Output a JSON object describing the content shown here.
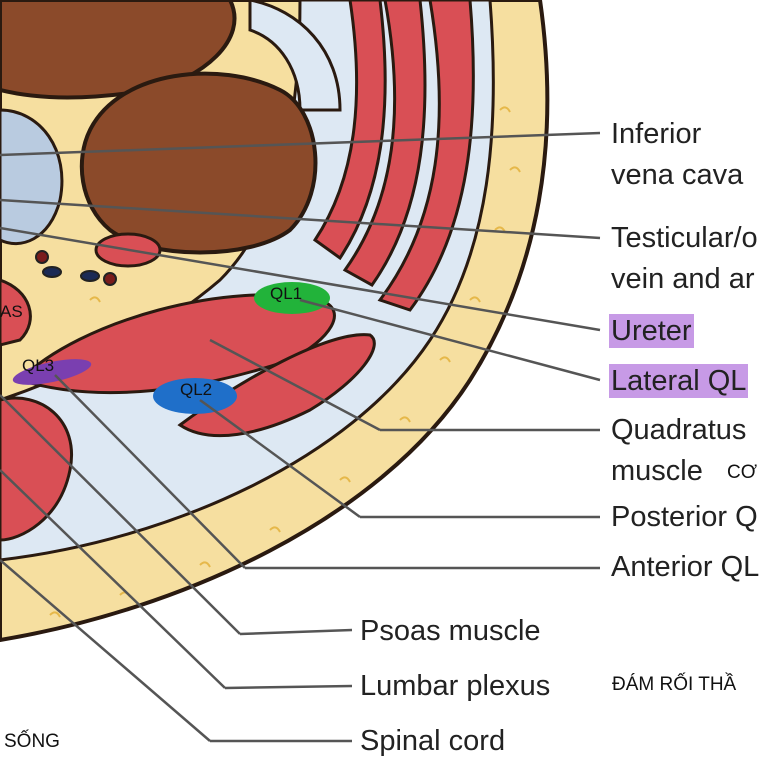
{
  "labels": {
    "ivc_line1": "Inferior",
    "ivc_line2": "vena cava",
    "testicular_line1": "Testicular/o",
    "testicular_line2": "vein and ar",
    "ureter": "Ureter",
    "lateral_ql": "Lateral QL",
    "quadratus_line1": "Quadratus",
    "quadratus_line2": "muscle",
    "posterior_ql": "Posterior Q",
    "anterior_ql": "Anterior QL",
    "psoas": "Psoas muscle",
    "lumbar_plexus": "Lumbar plexus",
    "spinal_cord": "Spinal cord"
  },
  "annotations": {
    "co": "CƠ",
    "dam_roi": "ĐÁM RỐI  THẦ",
    "song": "SỐNG",
    "as": "AS"
  },
  "regions": {
    "ql1": "QL1",
    "ql2": "QL2",
    "ql3": "QL3"
  },
  "colors": {
    "muscle": "#d94f55",
    "fat": "#f6dfa0",
    "fascia": "#dde8f3",
    "organ": "#8b4a2a",
    "ql1": "#22b33a",
    "ql2": "#1f6fc9",
    "ql3": "#7a3fb0",
    "highlight": "#c79ae6"
  }
}
